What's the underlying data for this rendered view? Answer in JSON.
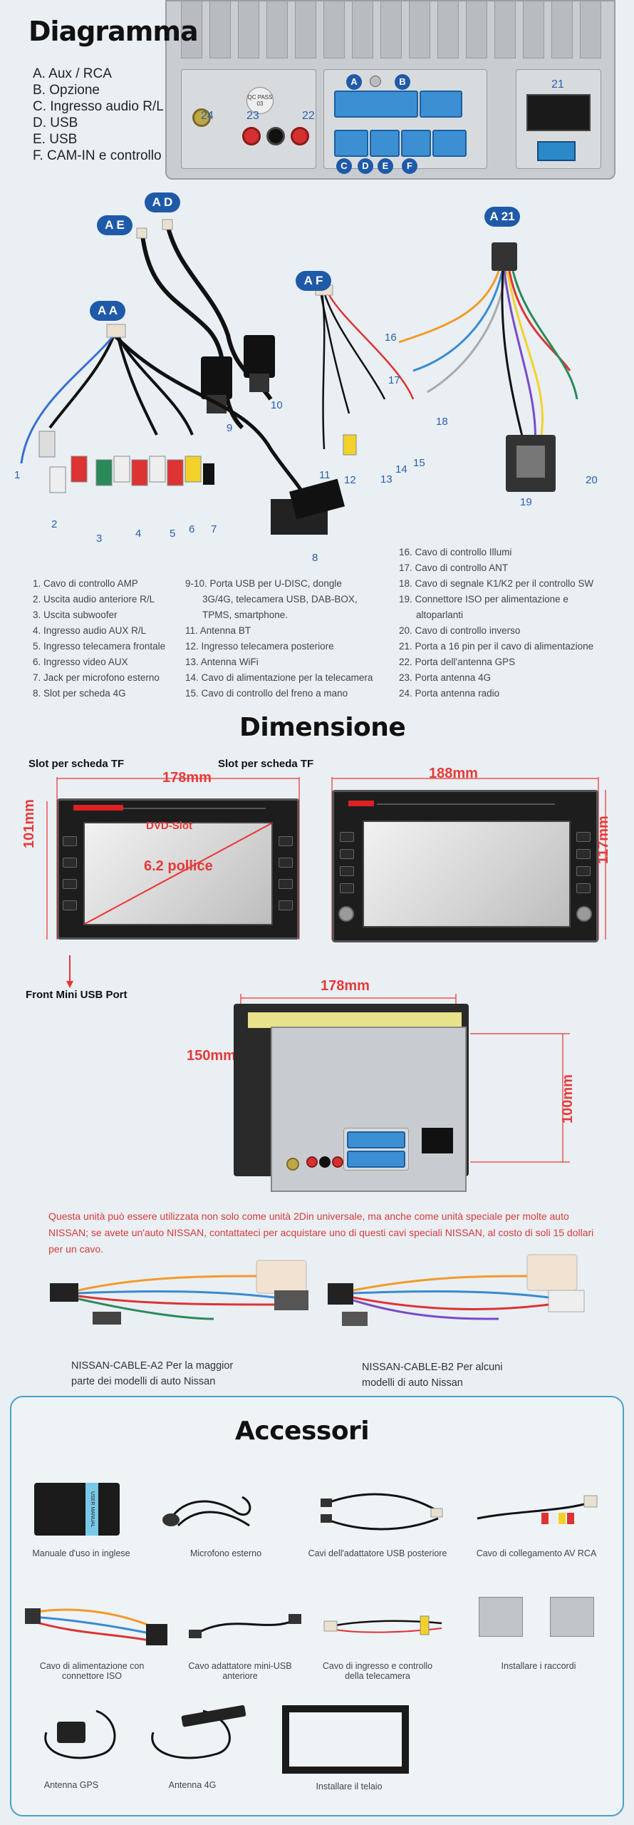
{
  "diagram": {
    "title": "Diagramma",
    "legend": [
      "A. Aux / RCA",
      "B. Opzione",
      "C. Ingresso audio R/L",
      "D. USB",
      "E. USB",
      "F. CAM-IN e controllo"
    ],
    "panel_labels": {
      "a": "A",
      "b": "B",
      "c": "C",
      "d": "D",
      "e": "E",
      "f": "F",
      "p21": "21",
      "p22": "22",
      "p23": "23",
      "p24": "24",
      "qc": "QC PASS 03"
    }
  },
  "cables": {
    "tags": {
      "ad": "A D",
      "ae": "A E",
      "aa": "A A",
      "af": "A F",
      "a21": "A 21"
    },
    "numbers": [
      "1",
      "2",
      "3",
      "4",
      "5",
      "6",
      "7",
      "8",
      "9",
      "10",
      "11",
      "12",
      "13",
      "14",
      "15",
      "16",
      "17",
      "18",
      "19",
      "20"
    ]
  },
  "list": {
    "col1": [
      "1. Cavo di controllo AMP",
      "2. Uscita audio anteriore R/L",
      "3. Uscita subwoofer",
      "4. Ingresso audio AUX R/L",
      "5. Ingresso telecamera frontale",
      "6. Ingresso video AUX",
      "7. Jack per microfono esterno",
      "8. Slot per scheda 4G"
    ],
    "col2": [
      "9-10. Porta USB per U-DISC, dongle",
      "3G/4G, telecamera USB, DAB-BOX,",
      "TPMS, smartphone.",
      "11. Antenna BT",
      "12. Ingresso telecamera posteriore",
      "13. Antenna WiFi",
      "14. Cavo di alimentazione per la telecamera",
      "15. Cavo di controllo del freno a mano"
    ],
    "col3": [
      "16. Cavo di controllo Illumi",
      "17. Cavo di controllo ANT",
      "18. Cavo di segnale K1/K2 per il controllo SW",
      "19. Connettore ISO per alimentazione e",
      "altoparlanti",
      "20. Cavo di controllo inverso",
      "21. Porta a 16 pin per il cavo di alimentazione",
      "22. Porta dell'antenna GPS",
      "23. Porta antenna 4G",
      "24. Porta antenna radio"
    ]
  },
  "dimension": {
    "title": "Dimensione",
    "slot_left": "Slot per scheda TF",
    "slot_right": "Slot per scheda TF",
    "w1": "178mm",
    "w2": "188mm",
    "h1": "101mm",
    "h2": "117mm",
    "dvd": "DVD-Slot",
    "size": "6.2 pollice",
    "usb": "Front Mini USB Port",
    "back_w": "178mm",
    "back_d": "150mm",
    "back_h": "100mm"
  },
  "note": "Questa unità può essere utilizzata non solo come unità 2Din universale, ma anche come unità speciale per molte auto NISSAN; se avete un'auto NISSAN, contattateci per acquistare uno di questi cavi speciali NISSAN, al costo di soli 15 dollari per un cavo.",
  "nissan": {
    "a2_line1": "NISSAN-CABLE-A2 Per la maggior",
    "a2_line2": "parte dei modelli di auto Nissan",
    "b2_line1": "NISSAN-CABLE-B2 Per alcuni",
    "b2_line2": "modelli di auto Nissan"
  },
  "accessories": {
    "title": "Accessori",
    "manual_text": "USER MANUAL",
    "items": [
      {
        "line1": "Manuale d'uso in inglese",
        "line2": ""
      },
      {
        "line1": "Microfono esterno",
        "line2": ""
      },
      {
        "line1": "Cavi dell'adattatore USB posteriore",
        "line2": ""
      },
      {
        "line1": "Cavo di collegamento AV RCA",
        "line2": ""
      },
      {
        "line1": "Cavo di alimentazione con",
        "line2": "connettore ISO"
      },
      {
        "line1": "Cavo adattatore mini-USB",
        "line2": "anteriore"
      },
      {
        "line1": "Cavo di ingresso e controllo",
        "line2": "della telecamera"
      },
      {
        "line1": "Installare i raccordi",
        "line2": ""
      },
      {
        "line1": "Antenna GPS",
        "line2": ""
      },
      {
        "line1": "Antenna 4G",
        "line2": ""
      },
      {
        "line1": "Installare il telaio",
        "line2": ""
      }
    ]
  }
}
